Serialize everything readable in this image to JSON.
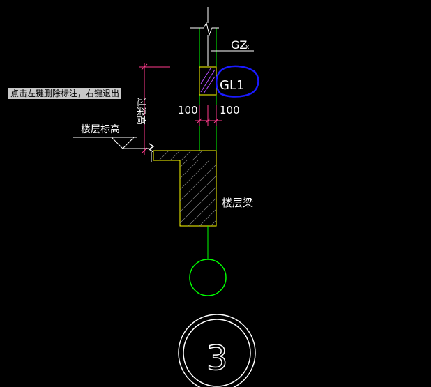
{
  "tooltip": "点击左键删除标注，右键退出",
  "labels": {
    "gz": "GZ",
    "gz_sub": "x",
    "gl": "GL1",
    "dim_left": "100",
    "dim_right": "100",
    "vertical_dim": "过梁高",
    "floor_elevation": "楼层标高",
    "floor_beam": "楼层梁",
    "axis_number": "3"
  },
  "colors": {
    "background": "#000000",
    "wall_line": "#00ff00",
    "beam_outline": "#ffff00",
    "dimension": "#ff3a8c",
    "lintel_box": "#ffff00",
    "lintel_hatch": "#b44cff",
    "cloud_mark": "#1a1aff",
    "text": "#ffffff"
  }
}
